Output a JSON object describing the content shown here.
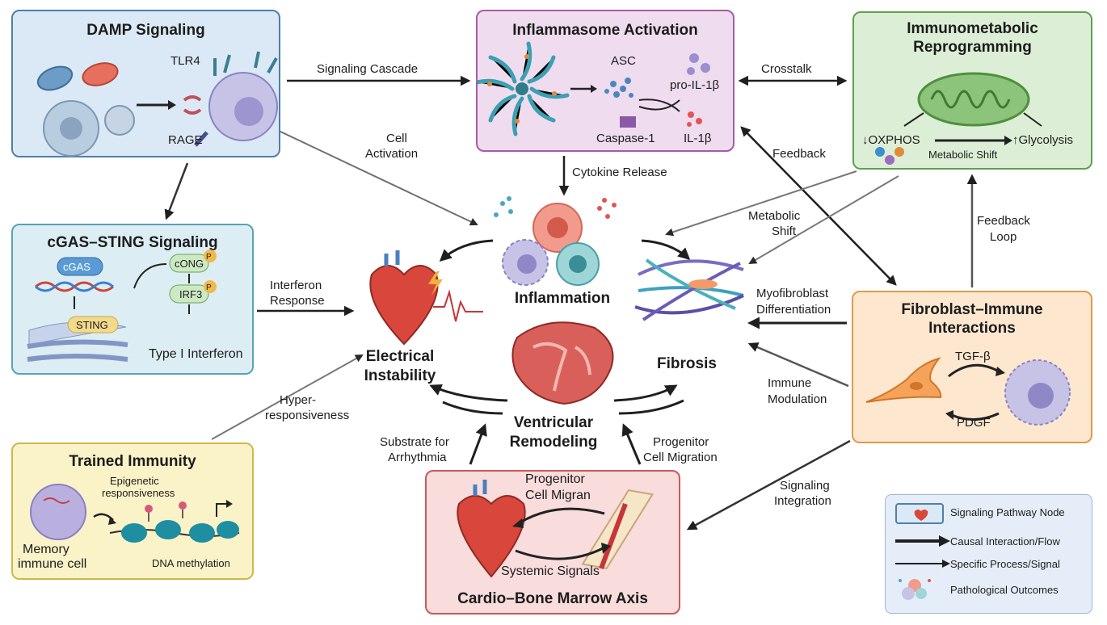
{
  "panels": {
    "damp": {
      "title": "DAMP Signaling",
      "tlr4": "TLR4",
      "rage": "RAGE"
    },
    "inflammasome": {
      "title": "Inflammasome Activation",
      "asc": "ASC",
      "pro_il1b": "pro-IL-1β",
      "caspase": "Caspase-1",
      "il1b": "IL-1β"
    },
    "immunometabolic": {
      "title_line1": "Immunometabolic",
      "title_line2": "Reprogramming",
      "oxphos": "↓OXPHOS",
      "glycolysis": "↑Glycolysis",
      "shift": "Metabolic Shift"
    },
    "cgas": {
      "title": "cGAS–STING Signaling",
      "cgas": "cGAS",
      "cong": "cONG",
      "p": "P",
      "irf3": "IRF3",
      "sting": "STING",
      "interferon": "Type I Interferon"
    },
    "fibroblast": {
      "title_line1": "Fibroblast–Immune",
      "title_line2": "Interactions",
      "tgfb": "TGF-β",
      "pdgf": "PDGF"
    },
    "trained": {
      "title": "Trained Immunity",
      "epi_line1": "Epigenetic",
      "epi_line2": "responsiveness",
      "memory_line1": "Memory",
      "memory_line2": "immune cell",
      "dna": "DNA methylation"
    },
    "cardio": {
      "title": "Cardio–Bone Marrow Axis",
      "prog_line1": "Progenitor",
      "prog_line2": "Cell Migran",
      "systemic": "Systemic Signals"
    }
  },
  "center": {
    "inflammation": "Inflammation",
    "electrical_line1": "Electrical",
    "electrical_line2": "Instability",
    "fibrosis": "Fibrosis",
    "ventricular_line1": "Ventricular",
    "ventricular_line2": "Remodeling"
  },
  "edges": {
    "signaling_cascade": "Signaling Cascade",
    "crosstalk": "Crosstalk",
    "cell_activation_l1": "Cell",
    "cell_activation_l2": "Activation",
    "cytokine_release": "Cytokine Release",
    "feedback": "Feedback",
    "metabolic_shift_l1": "Metabolic",
    "metabolic_shift_l2": "Shift",
    "feedback_loop_l1": "Feedback",
    "feedback_loop_l2": "Loop",
    "interferon_l1": "Interferon",
    "interferon_l2": "Response",
    "myofibroblast_l1": "Myofibroblast",
    "myofibroblast_l2": "Differentiation",
    "immune_mod_l1": "Immune",
    "immune_mod_l2": "Modulation",
    "hyper_l1": "Hyper-",
    "hyper_l2": "responsiveness",
    "substrate_l1": "Substrate for",
    "substrate_l2": "Arrhythmia",
    "progenitor_l1": "Progenitor",
    "progenitor_l2": "Cell Migration",
    "signaling_int_l1": "Signaling",
    "signaling_int_l2": "Integration"
  },
  "legend": {
    "node": "Signaling Pathway Node",
    "causal": "Causal Interaction/Flow",
    "specific": "Specific Process/Signal",
    "outcomes": "Pathological Outcomes"
  },
  "colors": {
    "damp": "#dbe9f6",
    "inflammasome": "#efdcef",
    "immunometabolic": "#dcefd6",
    "cgas": "#dcedf3",
    "fibroblast": "#fde7cf",
    "trained": "#fbf3c8",
    "cardio": "#f9dcdc"
  }
}
